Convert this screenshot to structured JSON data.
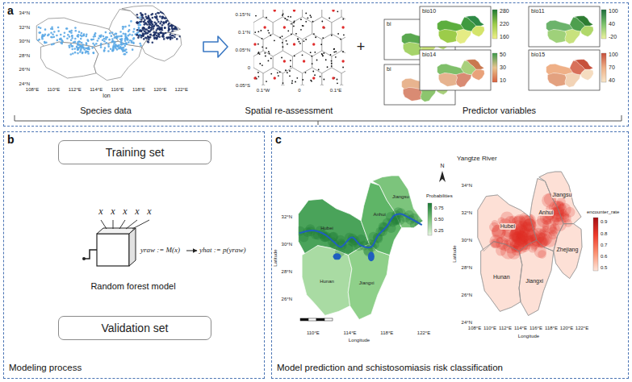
{
  "diagram": {
    "nodes": [
      {
        "text": [
          "a"
        ]
      },
      {
        "text": [
          "b",
          "Modeling process"
        ]
      },
      {
        "text": [
          "c",
          "Model prediction and schistosomiasis risk classification"
        ]
      },
      {
        "text": [
          "Species data"
        ],
        "in": 0
      },
      {
        "text": [
          "Spatial re-assessment"
        ],
        "in": 0
      },
      {
        "text": [
          "Predictor variables"
        ],
        "in": 0
      },
      {
        "text": [
          "Training set"
        ],
        "in": 1
      },
      {
        "text": [
          "Random forest model"
        ],
        "in": 1
      },
      {
        "text": [
          "Validation set"
        ],
        "in": 1
      }
    ],
    "edges": [
      {
        "from": 3,
        "to": 4,
        "arrow": "to"
      }
    ],
    "labels": [
      "34°N",
      "32°N",
      "30°N",
      "28°N",
      "26°N",
      "24°N",
      "108°E",
      "110°E",
      "112°E",
      "114°E",
      "116°E",
      "118°E",
      "120°E",
      "122°E",
      "lon",
      "0.15°N",
      "0.1°N",
      "0.05°N",
      "0",
      "0.05°S",
      "0.1°W",
      "0",
      "0.1°E",
      "+",
      "bi",
      "bi",
      "bio10",
      "280",
      "220",
      "160",
      "bio11",
      "100",
      "40",
      "-20",
      "bio14",
      "50",
      "30",
      "10",
      "bio15",
      "100",
      "70",
      "40",
      "x",
      "x",
      "x",
      "x",
      "x",
      "yraw := M(x)",
      "yhat := p(yraw)",
      "Probabilities",
      "0.75",
      "0.50",
      "0.25",
      "Hubei",
      "Anhui",
      "Jiangsu",
      "Hunan",
      "Jiangxi",
      "N",
      "32°N",
      "30°N",
      "28°N",
      "26°N",
      "110°E",
      "114°E",
      "118°E",
      "122°E",
      "Longitude",
      "Latitude",
      "Yangtze River",
      "Hubei",
      "Anhui",
      "Jiangsu",
      "Zhejiang",
      "Hunan",
      "Jiangxi",
      "encounter_rate",
      "0.9",
      "0.8",
      "0.7",
      "0.6",
      "0.5",
      "34°N",
      "32°N",
      "30°N",
      "28°N",
      "26°N",
      "24°N",
      "108°E",
      "110°E",
      "112°E",
      "114°E",
      "116°E",
      "118°E",
      "120°E",
      "122°E",
      "Latitude",
      "Longitude"
    ]
  }
}
